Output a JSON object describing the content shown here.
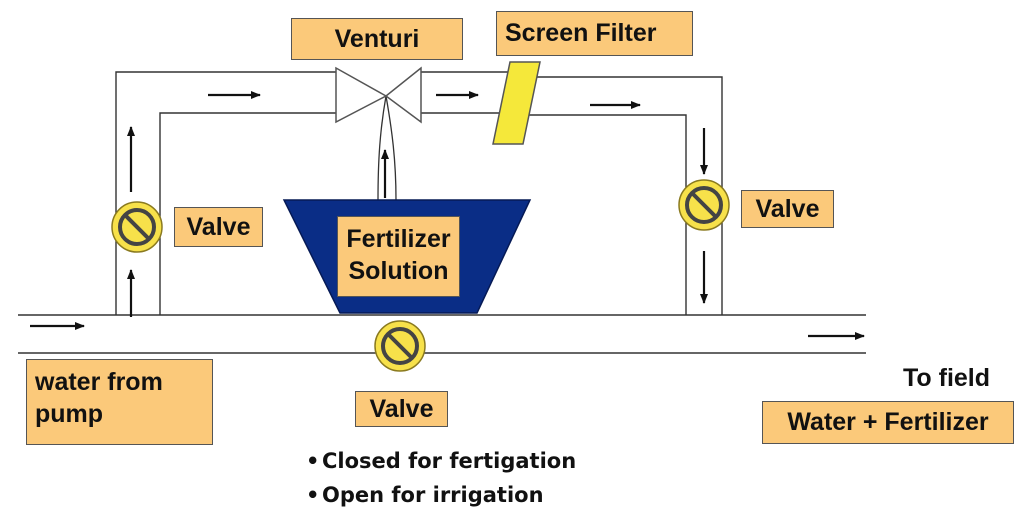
{
  "labels": {
    "venturi": "Venturi",
    "screen_filter": "Screen Filter",
    "valve_left": "Valve",
    "valve_right": "Valve",
    "valve_bottom": "Valve",
    "fertilizer_line1": "Fertilizer",
    "fertilizer_line2": "Solution",
    "water_line1": "water from",
    "water_line2": "pump",
    "to_field": "To field",
    "water_fertilizer": "Water + Fertilizer"
  },
  "notes": {
    "closed": "Closed for fertigation",
    "open": "Open for irrigation"
  },
  "colors": {
    "tank": "#0a2d86",
    "label_fill": "#fbc97a",
    "valve_fill": "#f7e14a",
    "filter_fill": "#f5e83a",
    "pipe": "#333333"
  }
}
